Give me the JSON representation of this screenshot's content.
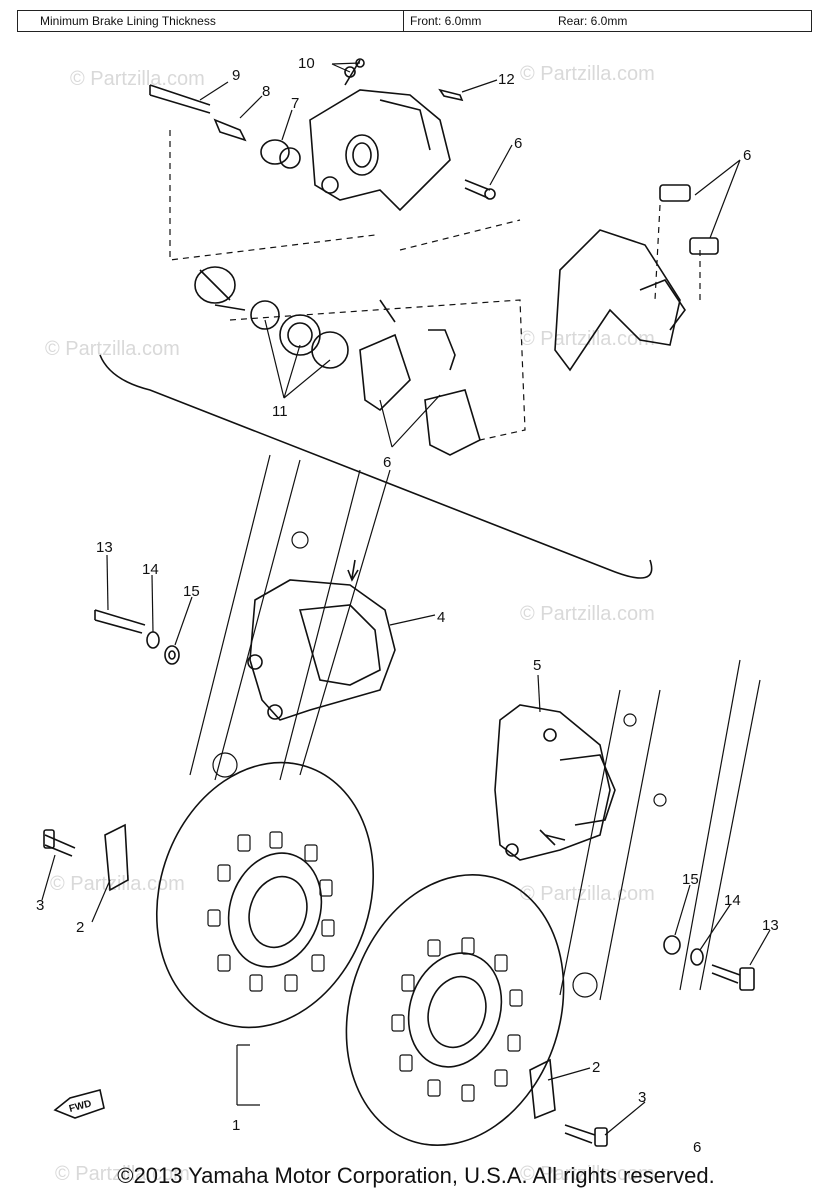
{
  "spec_bar": {
    "label": "Minimum Brake Lining Thickness",
    "front": "Front: 6.0mm",
    "rear": "Rear: 6.0mm"
  },
  "callouts": [
    "1",
    "2",
    "2",
    "3",
    "3",
    "4",
    "5",
    "6",
    "6",
    "6",
    "6",
    "7",
    "8",
    "9",
    "10",
    "11",
    "12",
    "13",
    "13",
    "14",
    "14",
    "15",
    "15"
  ],
  "watermarks": [
    "© Partzilla.com",
    "© Partzilla.com",
    "© Partzilla.com",
    "© Partzilla.com",
    "© Partzilla.com",
    "© Partzilla.com",
    "© Partzilla.com",
    "© Partzilla.com",
    "© Partzilla.com"
  ],
  "fwd_label": "FWD",
  "copyright": "©2013  Yamaha Motor Corporation, U.S.A. All rights reserved."
}
